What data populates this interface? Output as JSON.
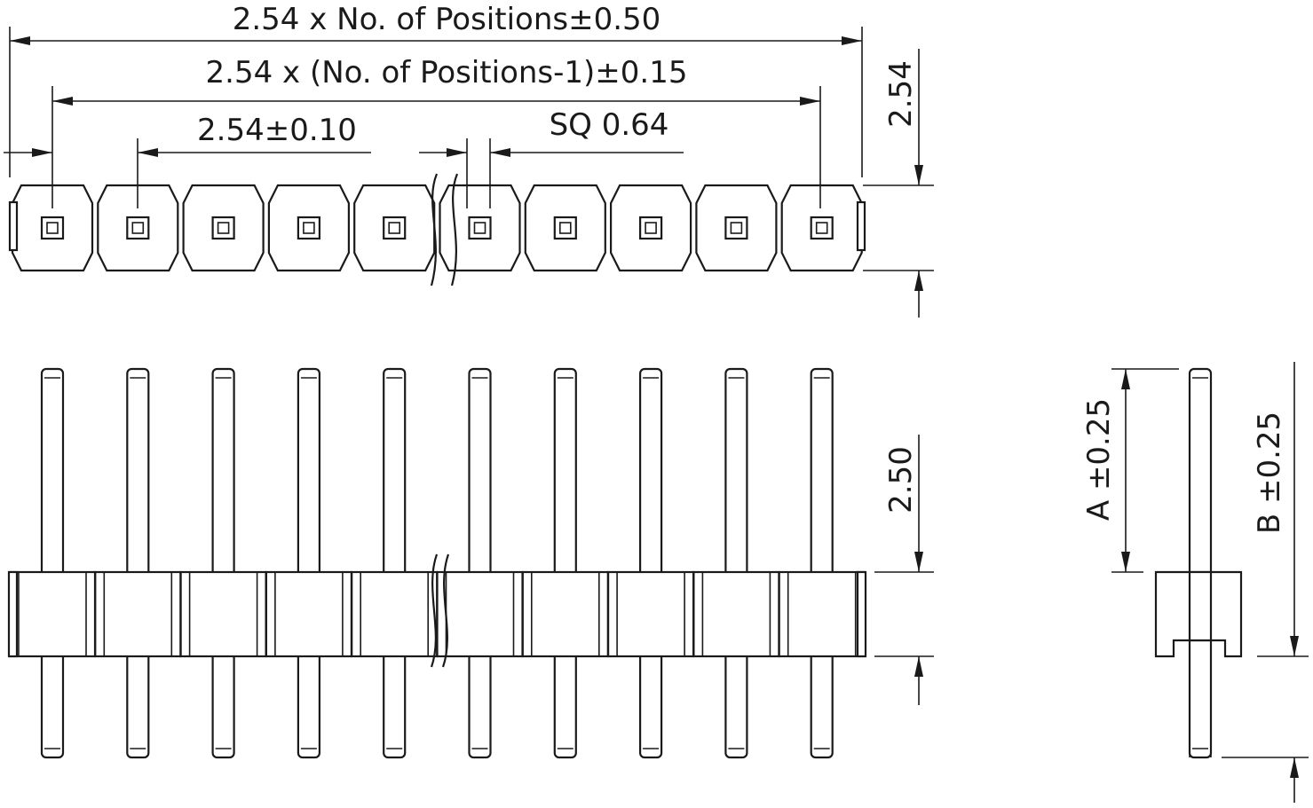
{
  "dimensions": {
    "overall_length": "2.54 x No. of Positions±0.50",
    "pitch_span": "2.54 x (No. of Positions-1)±0.15",
    "pitch": "2.54±0.10",
    "pin_square": "SQ 0.64",
    "body_width": "2.54",
    "body_height": "2.50",
    "upper_pin_length": "A ±0.25",
    "lower_pin_length": "B ±0.25"
  },
  "positions_shown": 10
}
